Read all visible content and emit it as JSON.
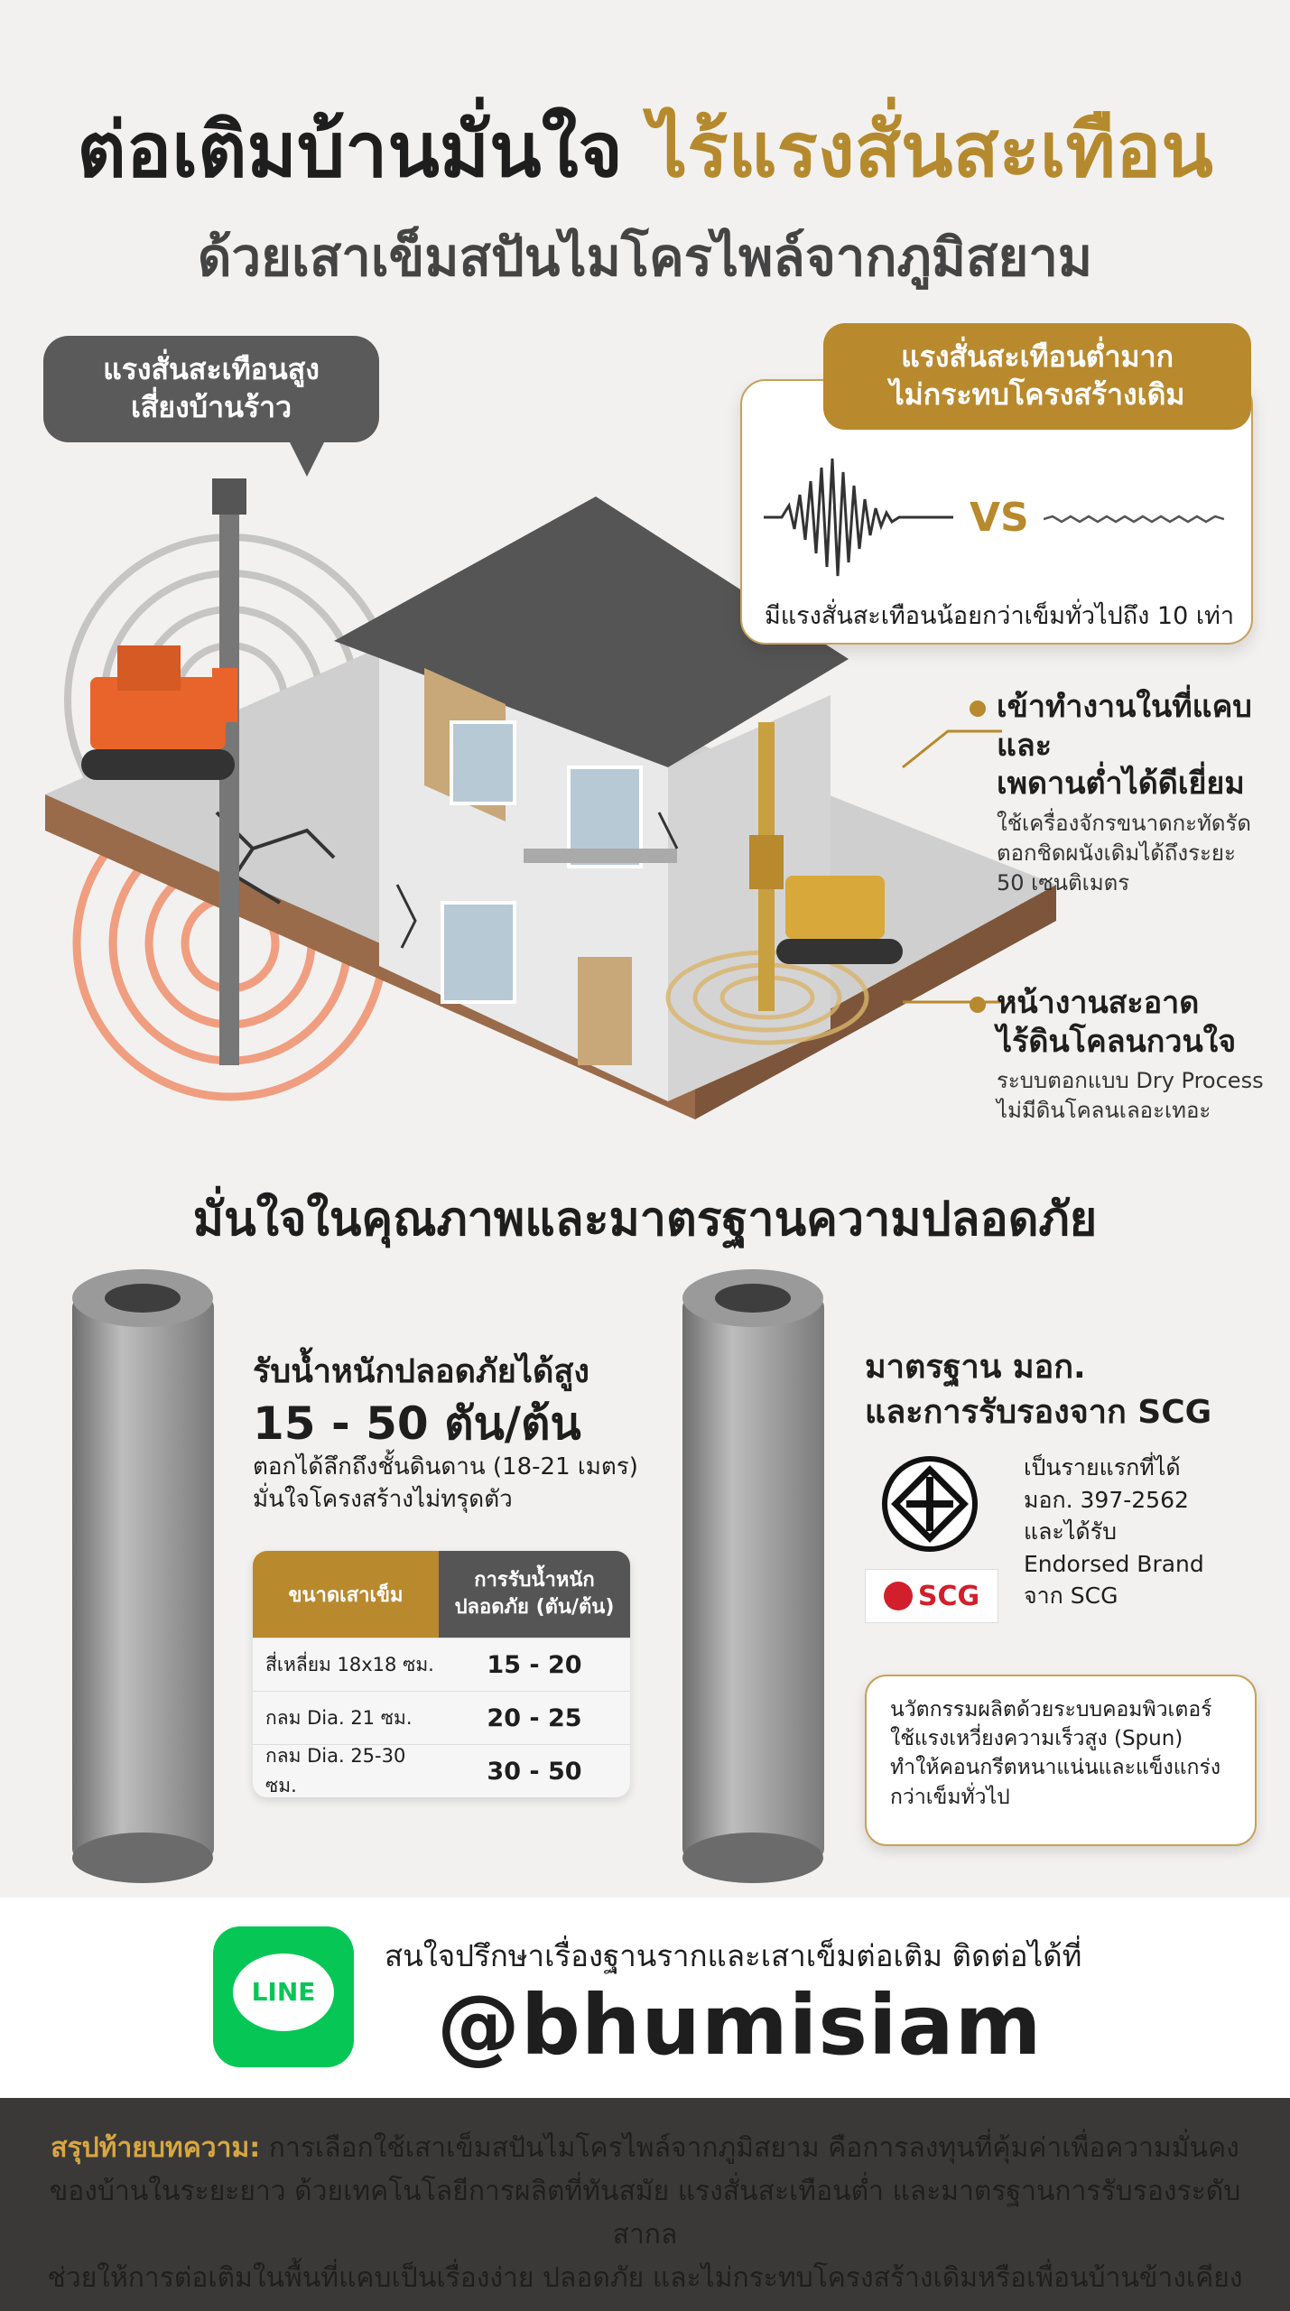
{
  "title": {
    "line1_main": "ต่อเติมบ้านมั่นใจ",
    "line1_highlight": "ไร้แรงสั่นสะเทือน",
    "line2": "ด้วยเสาเข็มสปันไมโครไพล์จากภูมิสยาม"
  },
  "bubble_left": {
    "line1": "แรงสั่นสะเทือนสูง",
    "line2": "เสี่ยงบ้านร้าว"
  },
  "compare": {
    "head_line1": "แรงสั่นสะเทือนต่ำมาก",
    "head_line2": "ไม่กระทบโครงสร้างเดิม",
    "vs": "VS",
    "footnote": "มีแรงสั่นสะเทือนน้อยกว่าเข็มทั่วไปถึง 10 เท่า"
  },
  "features": [
    {
      "title_line1": "เข้าทำงานในที่แคบและ",
      "title_line2": "เพดานต่ำได้ดีเยี่ยม",
      "sub_line1": "ใช้เครื่องจักรขนาดกะทัดรัด",
      "sub_line2": "ตอกชิดผนังเดิมได้ถึงระยะ",
      "sub_line3": "50 เซนติเมตร"
    },
    {
      "title_line1": "หน้างานสะอาด",
      "title_line2": "ไร้ดินโคลนกวนใจ",
      "sub_line1": "ระบบตอกแบบ Dry Process",
      "sub_line2": "ไม่มีดินโคลนเลอะเทอะ",
      "sub_line3": ""
    }
  ],
  "section_heading": "มั่นใจในคุณภาพและมาตรฐานความปลอดภัย",
  "load": {
    "title": "รับน้ำหนักปลอดภัยได้สูง",
    "value": "15 - 50 ตัน/ต้น",
    "sub_line1": "ตอกได้ลึกถึงชั้นดินดาน (18-21 เมตร)",
    "sub_line2": "มั่นใจโครงสร้างไม่ทรุดตัว"
  },
  "table": {
    "header_size": "ขนาดเสาเข็ม",
    "header_load_line1": "การรับน้ำหนัก",
    "header_load_line2": "ปลอดภัย (ตัน/ต้น)",
    "rows": [
      {
        "size": "สี่เหลี่ยม 18x18 ซม.",
        "load": "15 - 20"
      },
      {
        "size": "กลม Dia. 21 ซม.",
        "load": "20 - 25"
      },
      {
        "size": "กลม Dia. 25-30 ซม.",
        "load": "30 - 50"
      }
    ]
  },
  "standard": {
    "title_line1": "มาตรฐาน มอก.",
    "title_line2": "และการรับรองจาก SCG",
    "text_line1": "เป็นรายแรกที่ได้",
    "text_line2": "มอก. 397-2562",
    "text_line3": "และได้รับ",
    "text_line4": "Endorsed Brand",
    "text_line5": "จาก SCG",
    "scg_label": "SCG",
    "note_line1": "นวัตกรรมผลิตด้วยระบบคอมพิวเตอร์",
    "note_line2": "ใช้แรงเหวี่ยงความเร็วสูง (Spun)",
    "note_line3": "ทำให้คอนกรีตหนาแน่นและแข็งแกร่ง",
    "note_line4": "กว่าเข็มทั่วไป"
  },
  "contact": {
    "line_label": "LINE",
    "question": "สนใจปรึกษาเรื่องฐานรากและเสาเข็มต่อเติม ติดต่อได้ที่",
    "handle": "@bhumisiam"
  },
  "summary": {
    "label": "สรุปท้ายบทความ:",
    "line1": "การเลือกใช้เสาเข็มสปันไมโครไพล์จากภูมิสยาม คือการลงทุนที่คุ้มค่าเพื่อความมั่นคง",
    "line2": "ของบ้านในระยะยาว ด้วยเทคโนโลยีการผลิตที่ทันสมัย แรงสั่นสะเทือนต่ำ และมาตรฐานการรับรองระดับสากล",
    "line3": "ช่วยให้การต่อเติมในพื้นที่แคบเป็นเรื่องง่าย ปลอดภัย และไม่กระทบโครงสร้างเดิมหรือเพื่อนบ้านข้างเคียง"
  },
  "colors": {
    "gold": "#b8892d",
    "dark": "#3b3938",
    "line_green": "#06c755",
    "vibration_red": "#f07b52"
  }
}
